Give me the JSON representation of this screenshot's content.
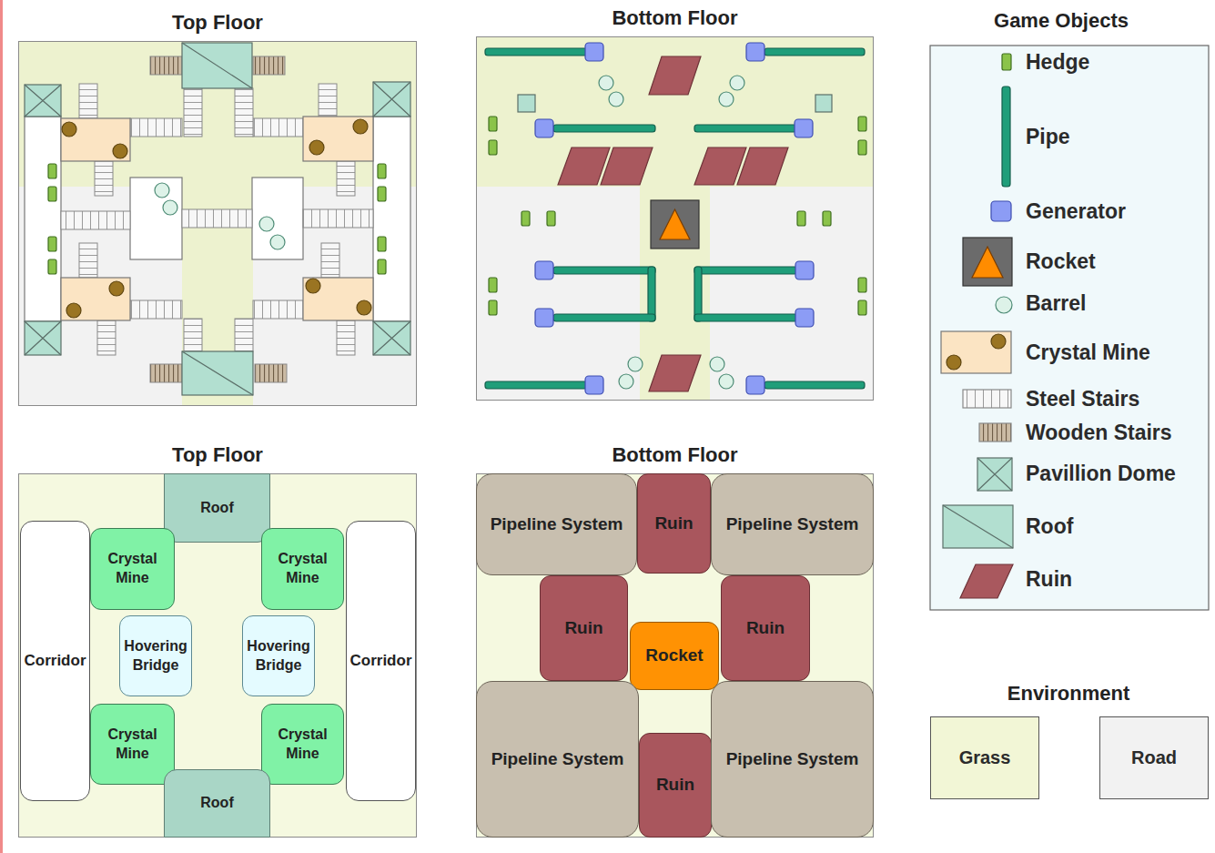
{
  "diagram": {
    "nodes": [
      {
        "text": [
          "Top Floor"
        ]
      },
      {
        "text": [
          "Bottom Floor"
        ]
      },
      {
        "text": [
          "Top Floor"
        ]
      },
      {
        "text": [
          "Roof"
        ],
        "in": 2
      },
      {
        "text": [
          "Crystal Mine"
        ],
        "in": 2
      },
      {
        "text": [
          "Crystal Mine"
        ],
        "in": 2
      },
      {
        "text": [
          "Corridor"
        ],
        "in": 2
      },
      {
        "text": [
          "Hovering Bridge"
        ],
        "in": 2
      },
      {
        "text": [
          "Hovering Bridge"
        ],
        "in": 2
      },
      {
        "text": [
          "Corridor"
        ],
        "in": 2
      },
      {
        "text": [
          "Crystal Mine"
        ],
        "in": 2
      },
      {
        "text": [
          "Crystal Mine"
        ],
        "in": 2
      },
      {
        "text": [
          "Roof"
        ],
        "in": 2
      },
      {
        "text": [
          "Bottom Floor"
        ]
      },
      {
        "text": [
          "Pipeline System"
        ],
        "in": 13
      },
      {
        "text": [
          "Ruin"
        ],
        "in": 13
      },
      {
        "text": [
          "Pipeline System"
        ],
        "in": 13
      },
      {
        "text": [
          "Ruin"
        ],
        "in": 13
      },
      {
        "text": [
          "Rocket"
        ],
        "in": 13
      },
      {
        "text": [
          "Ruin"
        ],
        "in": 13
      },
      {
        "text": [
          "Pipeline System"
        ],
        "in": 13
      },
      {
        "text": [
          "Ruin"
        ],
        "in": 13
      },
      {
        "text": [
          "Pipeline System"
        ],
        "in": 13
      }
    ],
    "labels": [
      "Game Objects",
      "Environment"
    ],
    "legend": [
      {
        "text": "Hedge"
      },
      {
        "text": "Pipe"
      },
      {
        "text": "Generator"
      },
      {
        "text": "Rocket"
      },
      {
        "text": "Barrel"
      },
      {
        "text": "Crystal Mine"
      },
      {
        "text": "Steel Stairs"
      },
      {
        "text": "Wooden Stairs"
      },
      {
        "text": "Pavillion Dome"
      },
      {
        "text": "Roof"
      },
      {
        "text": "Ruin"
      },
      {
        "text": "Grass",
        "color": "#f2f6d6"
      },
      {
        "text": "Road",
        "color": "#f2f2f2"
      }
    ]
  }
}
